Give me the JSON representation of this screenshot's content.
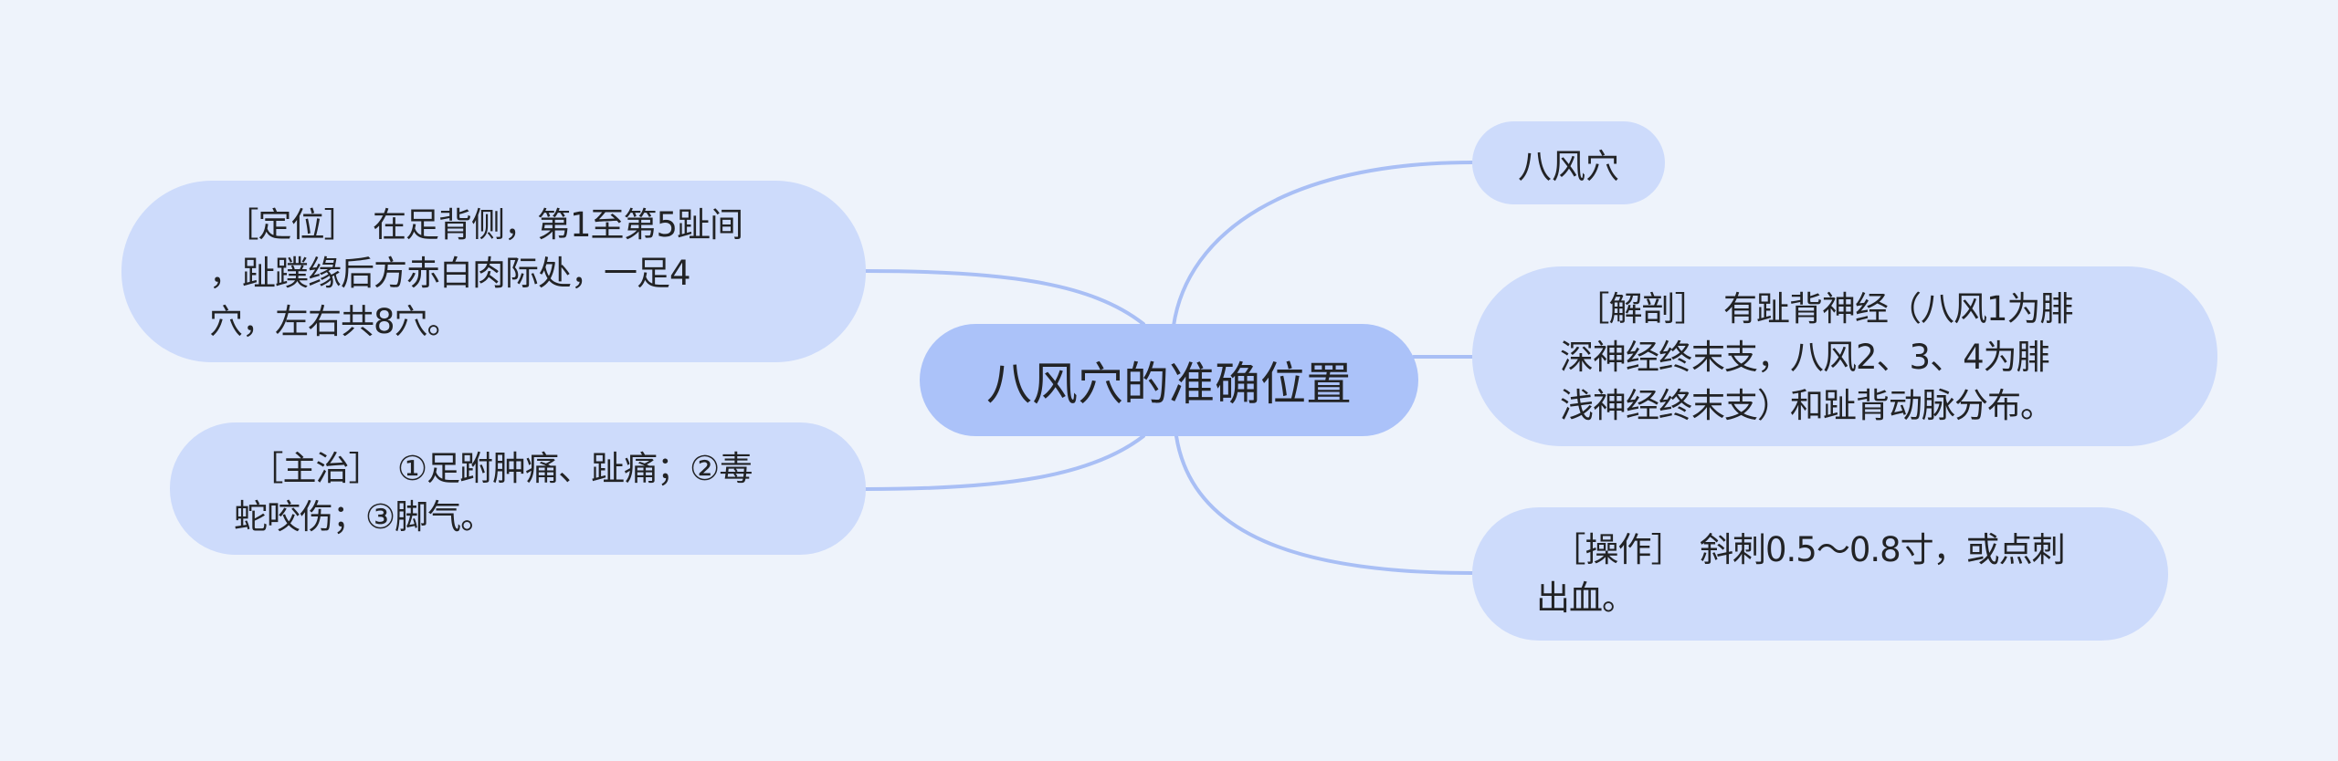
{
  "colors": {
    "background": "#eef3fb",
    "root_fill": "#abc2f9",
    "node_fill": "#cddbfb",
    "connector": "#a9bff5",
    "text": "#222325"
  },
  "mindmap": {
    "root": {
      "title": "八风穴的准确位置"
    },
    "right_branches": [
      {
        "id": "name",
        "lines": [
          "八风穴"
        ]
      },
      {
        "id": "anatomy",
        "lines": [
          "　［解剖］　有趾背神经（八风1为腓",
          "深神经终末支，八风2、3、4为腓",
          "浅神经终末支）和趾背动脉分布。"
        ]
      },
      {
        "id": "operation",
        "lines": [
          "　［操作］　斜刺0.5～0.8寸，或点刺",
          "出血。"
        ]
      }
    ],
    "left_branches": [
      {
        "id": "location",
        "lines": [
          "　［定位］　在足背侧，第1至第5趾间",
          "，趾蹼缘后方赤白肉际处，一足4",
          "穴，左右共8穴。"
        ]
      },
      {
        "id": "indication",
        "lines": [
          "　［主治］　①足跗肿痛、趾痛；②毒",
          "蛇咬伤；③脚气。"
        ]
      }
    ]
  }
}
